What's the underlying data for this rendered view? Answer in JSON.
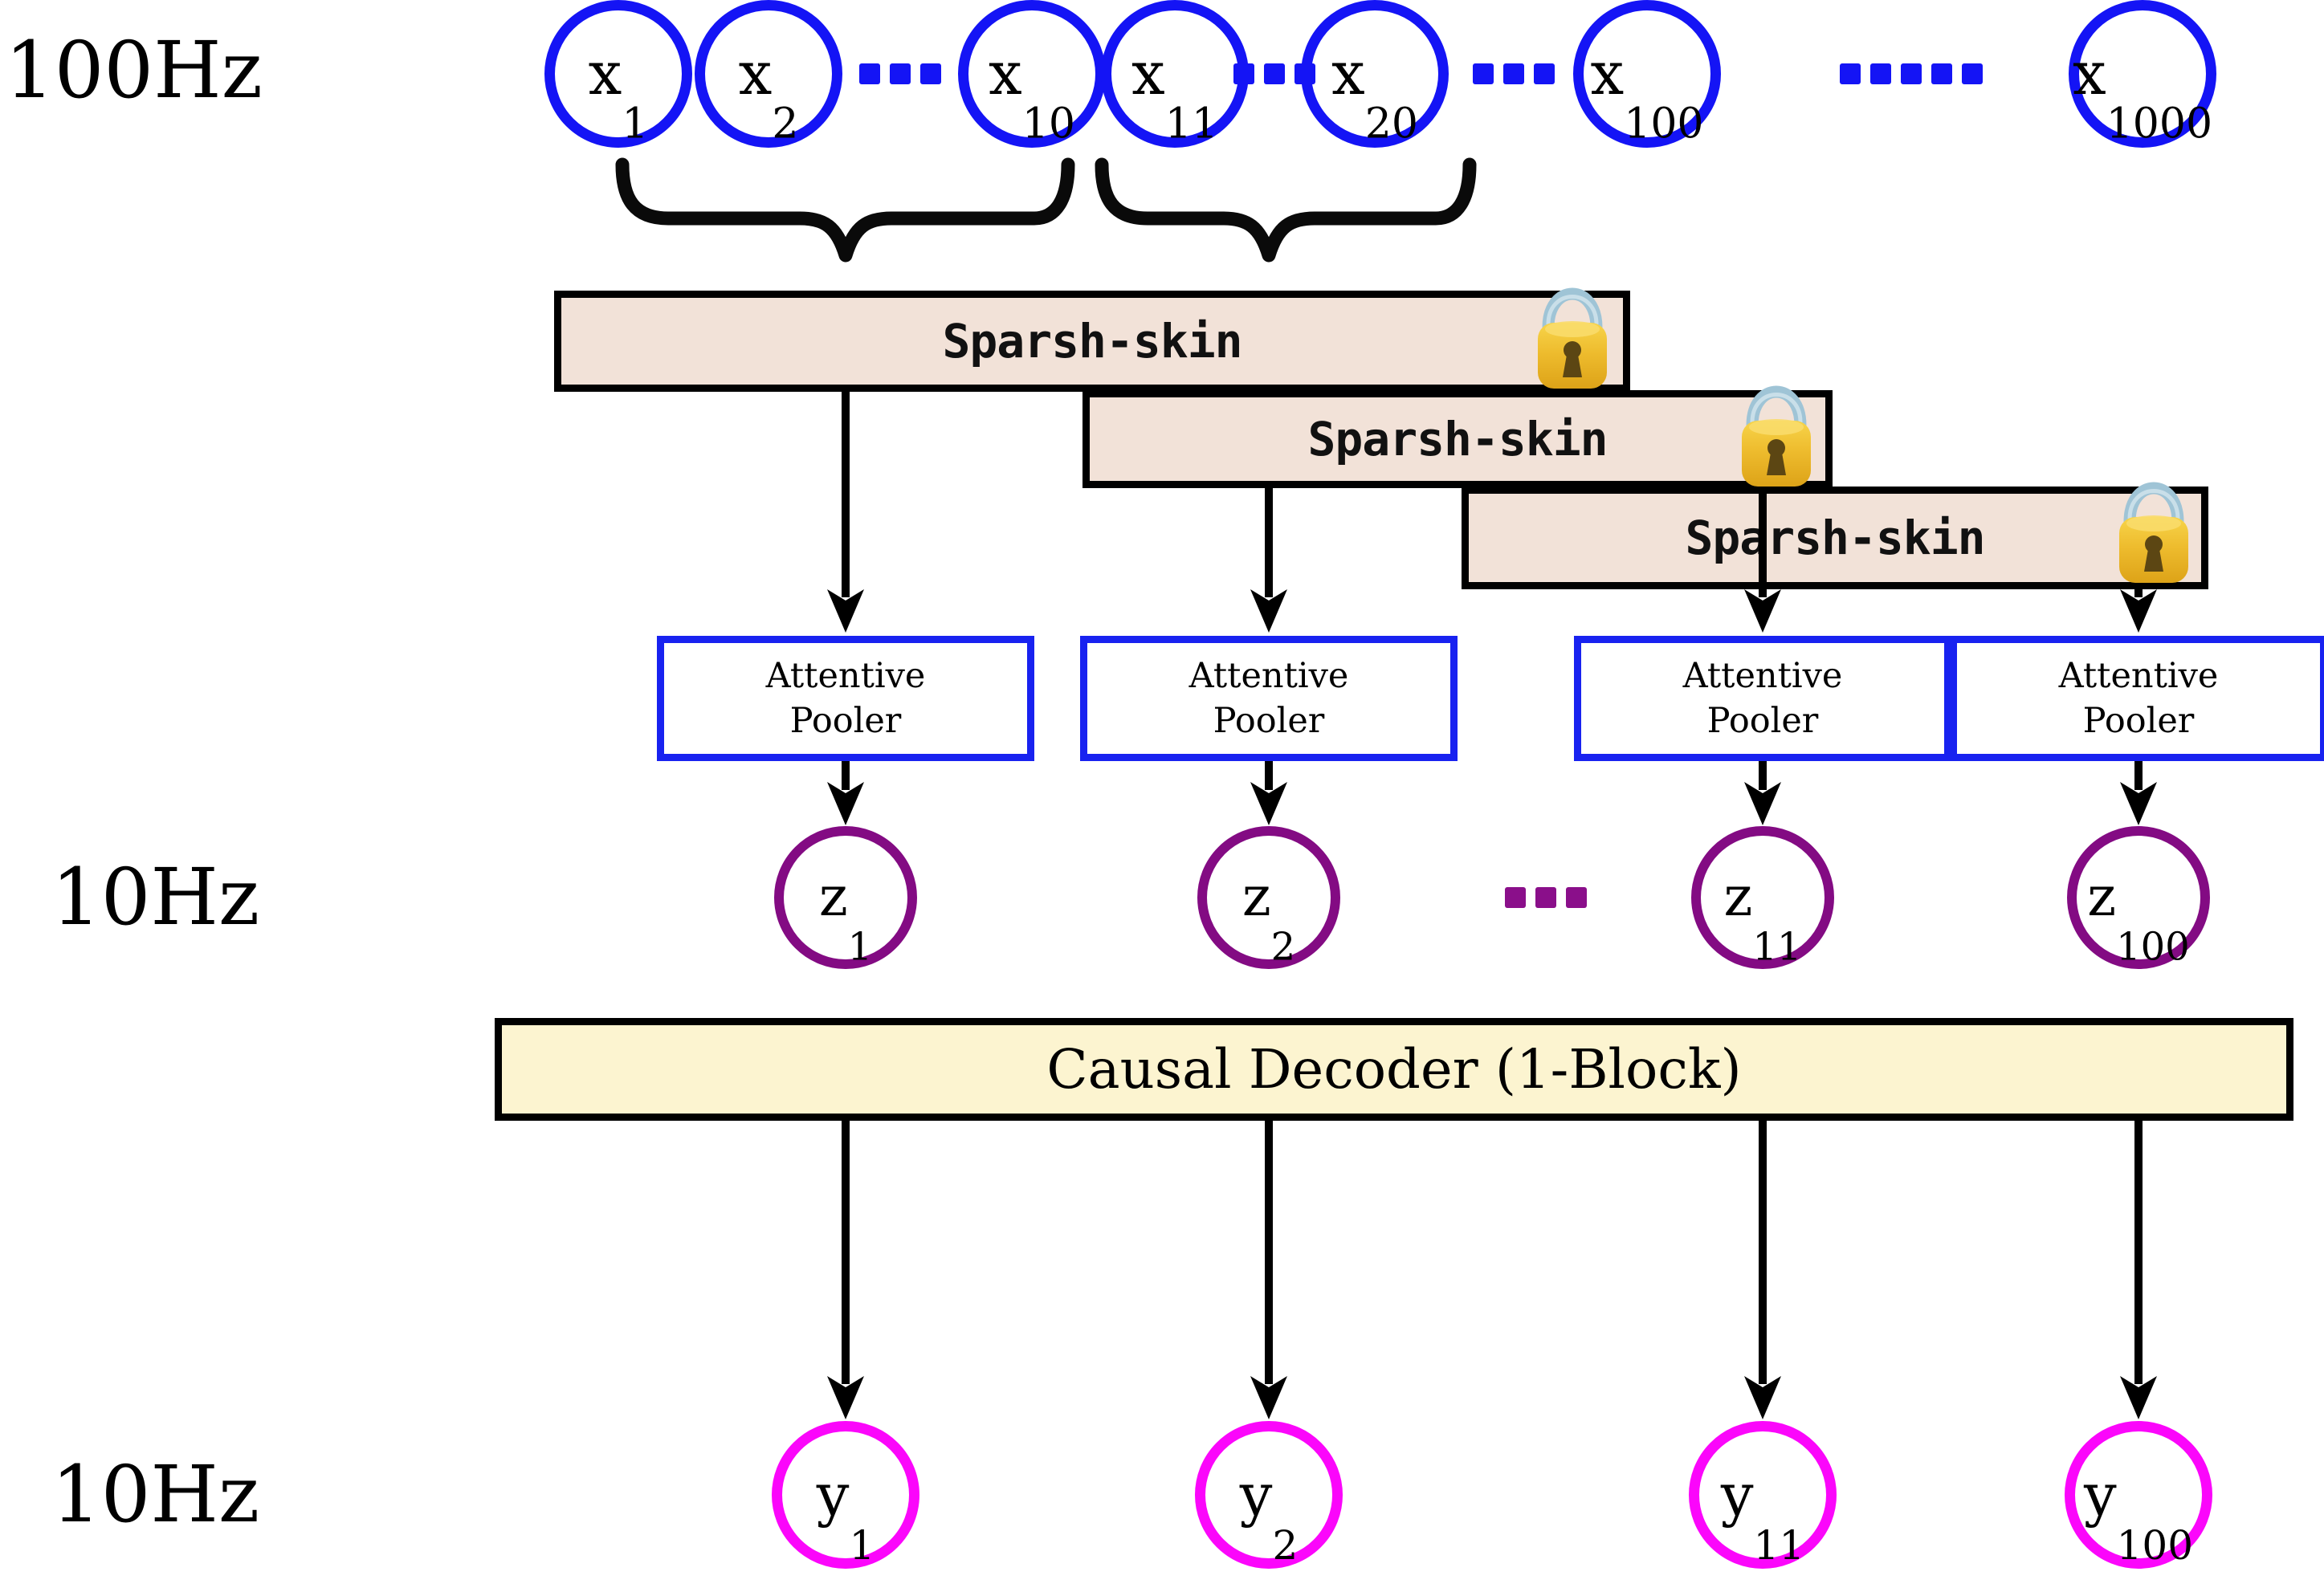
{
  "rates": {
    "input": "100Hz",
    "latent": "10Hz",
    "output": "10Hz"
  },
  "input_nodes": [
    {
      "base": "x",
      "sub": "1"
    },
    {
      "base": "x",
      "sub": "2"
    },
    {
      "base": "x",
      "sub": "10"
    },
    {
      "base": "x",
      "sub": "11"
    },
    {
      "base": "x",
      "sub": "20"
    },
    {
      "base": "x",
      "sub": "100"
    },
    {
      "base": "x",
      "sub": "1000"
    }
  ],
  "encoders": [
    {
      "label": "Sparsh-skin",
      "icon": "lock-icon"
    },
    {
      "label": "Sparsh-skin",
      "icon": "lock-icon"
    },
    {
      "label": "Sparsh-skin",
      "icon": "lock-icon"
    }
  ],
  "poolers": [
    {
      "line1": "Attentive",
      "line2": "Pooler"
    },
    {
      "line1": "Attentive",
      "line2": "Pooler"
    },
    {
      "line1": "Attentive",
      "line2": "Pooler"
    },
    {
      "line1": "Attentive",
      "line2": "Pooler"
    }
  ],
  "latent_nodes": [
    {
      "base": "z",
      "sub": "1"
    },
    {
      "base": "z",
      "sub": "2"
    },
    {
      "base": "z",
      "sub": "11"
    },
    {
      "base": "z",
      "sub": "100"
    }
  ],
  "decoder": {
    "label": "Causal Decoder (1-Block)"
  },
  "output_nodes": [
    {
      "base": "y",
      "sub": "1"
    },
    {
      "base": "y",
      "sub": "2"
    },
    {
      "base": "y",
      "sub": "11"
    },
    {
      "base": "y",
      "sub": "100"
    }
  ],
  "ellipses": {
    "input_row": [
      {
        "dots": 3,
        "color": "#1414f5"
      },
      {
        "dots": 3,
        "color": "#1414f5"
      },
      {
        "dots": 3,
        "color": "#1414f5"
      },
      {
        "dots": 5,
        "color": "#1414f5"
      }
    ],
    "latent_row": {
      "dots": 3,
      "color": "#8a0f8a"
    }
  },
  "colors": {
    "input_node_stroke": "#1414f5",
    "latent_node_stroke": "#830b83",
    "output_node_stroke": "#fb06fb",
    "encoder_fill": "#f2e2d8",
    "decoder_fill": "#fcf4d0",
    "pooler_stroke": "#1822f0",
    "arrow": "#000000",
    "lock_body": "#edbb2e",
    "lock_shackle": "#9fc4d6"
  }
}
